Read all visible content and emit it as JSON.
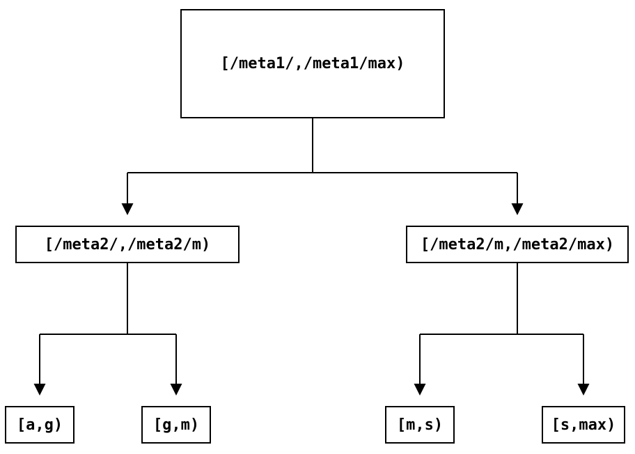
{
  "diagram": {
    "type": "tree",
    "colors": {
      "background": "#ffffff",
      "line": "#000000",
      "box_border": "#000000",
      "box_fill": "#ffffff",
      "text": "#000000"
    },
    "root": {
      "label": "[/meta1/,/meta1/max)",
      "children": [
        {
          "label": "[/meta2/,/meta2/m)",
          "children": [
            {
              "label": "[a,g)"
            },
            {
              "label": "[g,m)"
            }
          ]
        },
        {
          "label": "[/meta2/m,/meta2/max)",
          "children": [
            {
              "label": "[m,s)"
            },
            {
              "label": "[s,max)"
            }
          ]
        }
      ]
    }
  }
}
